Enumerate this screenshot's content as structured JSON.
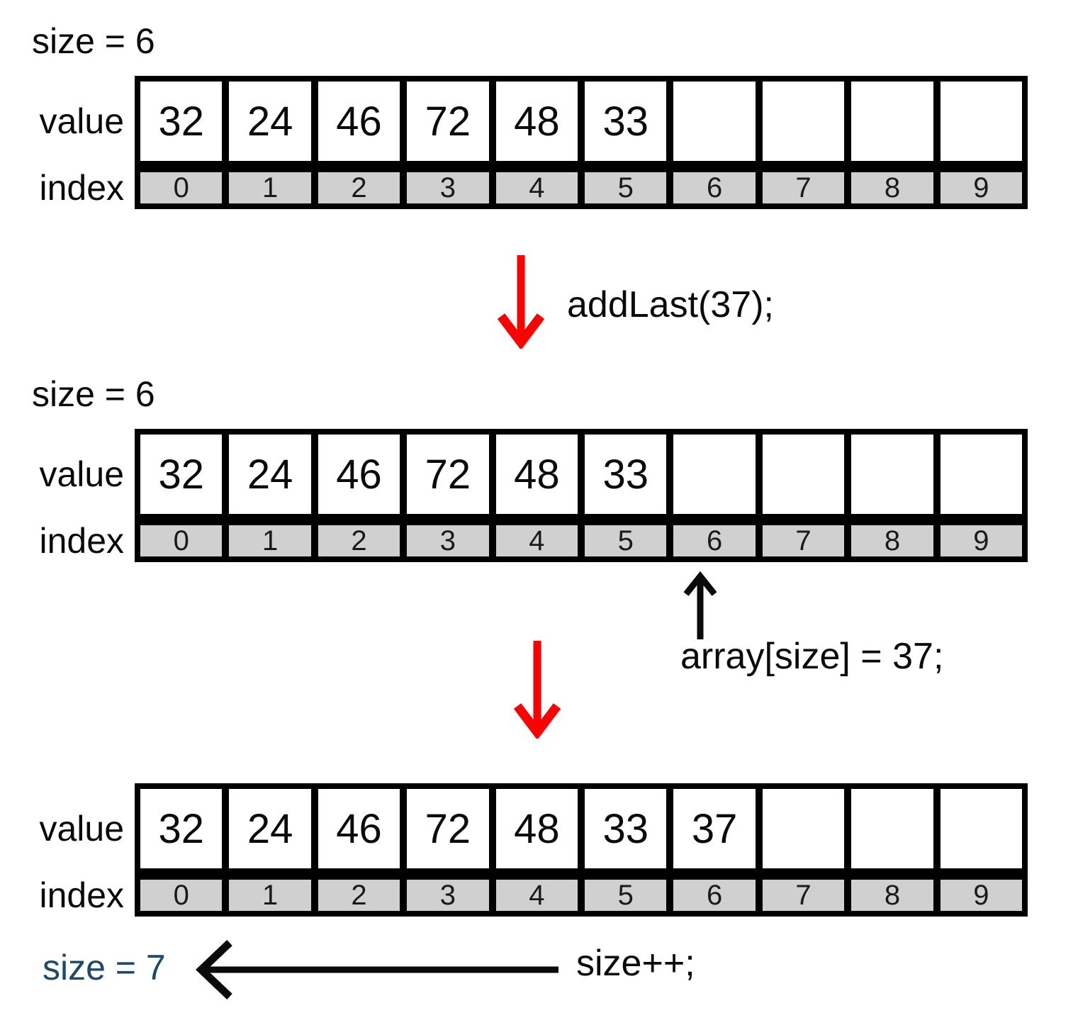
{
  "colors": {
    "arrow_red": "#ff0000",
    "arrow_black": "#0a0a0a",
    "index_cell_bg": "#d0d0d0",
    "final_size_blue": "#1d4a6b",
    "table_border": "#000000"
  },
  "row_labels": {
    "value": "value",
    "index": "index"
  },
  "steps": [
    {
      "size_label": "size = 6",
      "values": [
        "32",
        "24",
        "46",
        "72",
        "48",
        "33",
        "",
        "",
        "",
        ""
      ],
      "indices": [
        "0",
        "1",
        "2",
        "3",
        "4",
        "5",
        "6",
        "7",
        "8",
        "9"
      ]
    },
    {
      "size_label": "size = 6",
      "values": [
        "32",
        "24",
        "46",
        "72",
        "48",
        "33",
        "",
        "",
        "",
        ""
      ],
      "indices": [
        "0",
        "1",
        "2",
        "3",
        "4",
        "5",
        "6",
        "7",
        "8",
        "9"
      ]
    },
    {
      "size_label": "size = 7",
      "values": [
        "32",
        "24",
        "46",
        "72",
        "48",
        "33",
        "37",
        "",
        "",
        ""
      ],
      "indices": [
        "0",
        "1",
        "2",
        "3",
        "4",
        "5",
        "6",
        "7",
        "8",
        "9"
      ]
    }
  ],
  "annotations": {
    "add_last_call": "addLast(37);",
    "assign_statement": "array[size] = 37;",
    "increment_statement": "size++;"
  }
}
